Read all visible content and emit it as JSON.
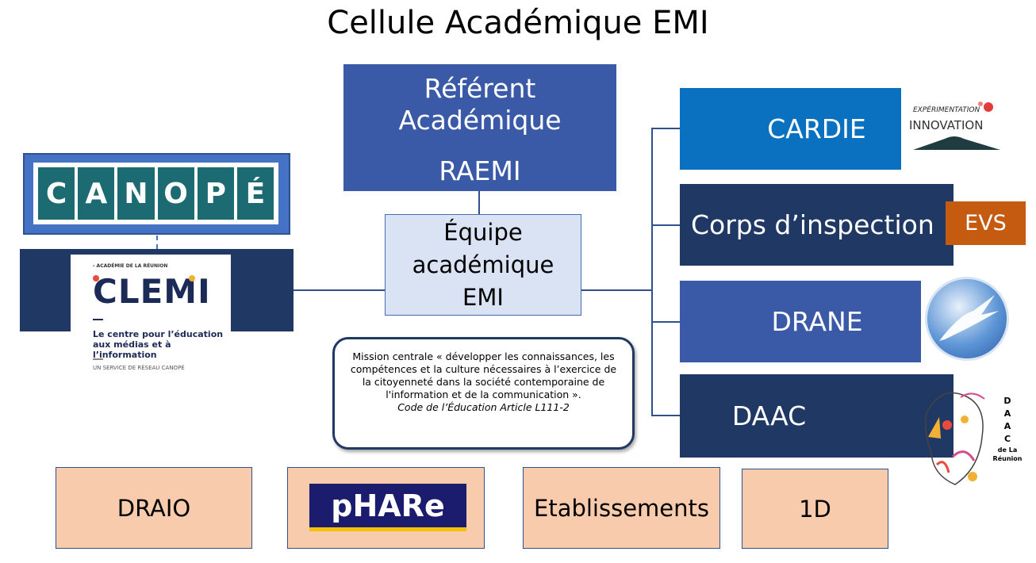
{
  "title": "Cellule Académique EMI",
  "referent": {
    "line1": "Référent",
    "line2": "Académique",
    "line3": "RAEMI"
  },
  "equipe": {
    "line1": "Équipe",
    "line2": "académique",
    "line3": "EMI"
  },
  "right_boxes": {
    "cardie": "CARDIE",
    "corps": "Corps d’inspection",
    "evs": "EVS",
    "drane": "DRANE",
    "daac": "DAAC"
  },
  "logos": {
    "canope": [
      "C",
      "A",
      "N",
      "O",
      "P",
      "É"
    ],
    "clemi": {
      "academie": "› ACADÉMIE DE LA RÉUNION",
      "word": "CLEMI",
      "tagline_1": "Le centre pour l’éducation",
      "tagline_2": "aux médias et à l’information",
      "service": "UN SERVICE DE RÉSEAU CANOPÉ"
    },
    "innovation": {
      "top": "EXPÉRIMENTATION",
      "main": "INNOVATION"
    },
    "phare": "pHARe",
    "daac": {
      "letters": [
        "D",
        "A",
        "A",
        "C"
      ],
      "sub1": "de La",
      "sub2": "Réunion"
    }
  },
  "mission": {
    "text_1": "Mission centrale « développer les connaissances, les",
    "text_2": "compétences et la culture nécessaires à l’exercice de",
    "text_3": "la citoyenneté dans la société contemporaine de",
    "text_4": "l'information et de la communication ».",
    "citation": "Code de l’Éducation Article L111-2"
  },
  "bottom_boxes": {
    "draio": "DRAIO",
    "etablissements": "Etablissements",
    "oned": "1D"
  },
  "colors": {
    "dark_navy": "#203864",
    "blue": "#3a5aa8",
    "bright_blue": "#0a70c0",
    "orange": "#c55a11",
    "light_blue": "#dae3f3",
    "peach": "#f8cbad"
  }
}
